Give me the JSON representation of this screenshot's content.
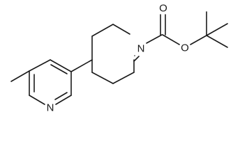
{
  "molecule": {
    "atoms": {
      "n_piperidine": "N",
      "o_carbonyl": "O",
      "o_ester": "O",
      "n_pyridine": "N"
    }
  }
}
